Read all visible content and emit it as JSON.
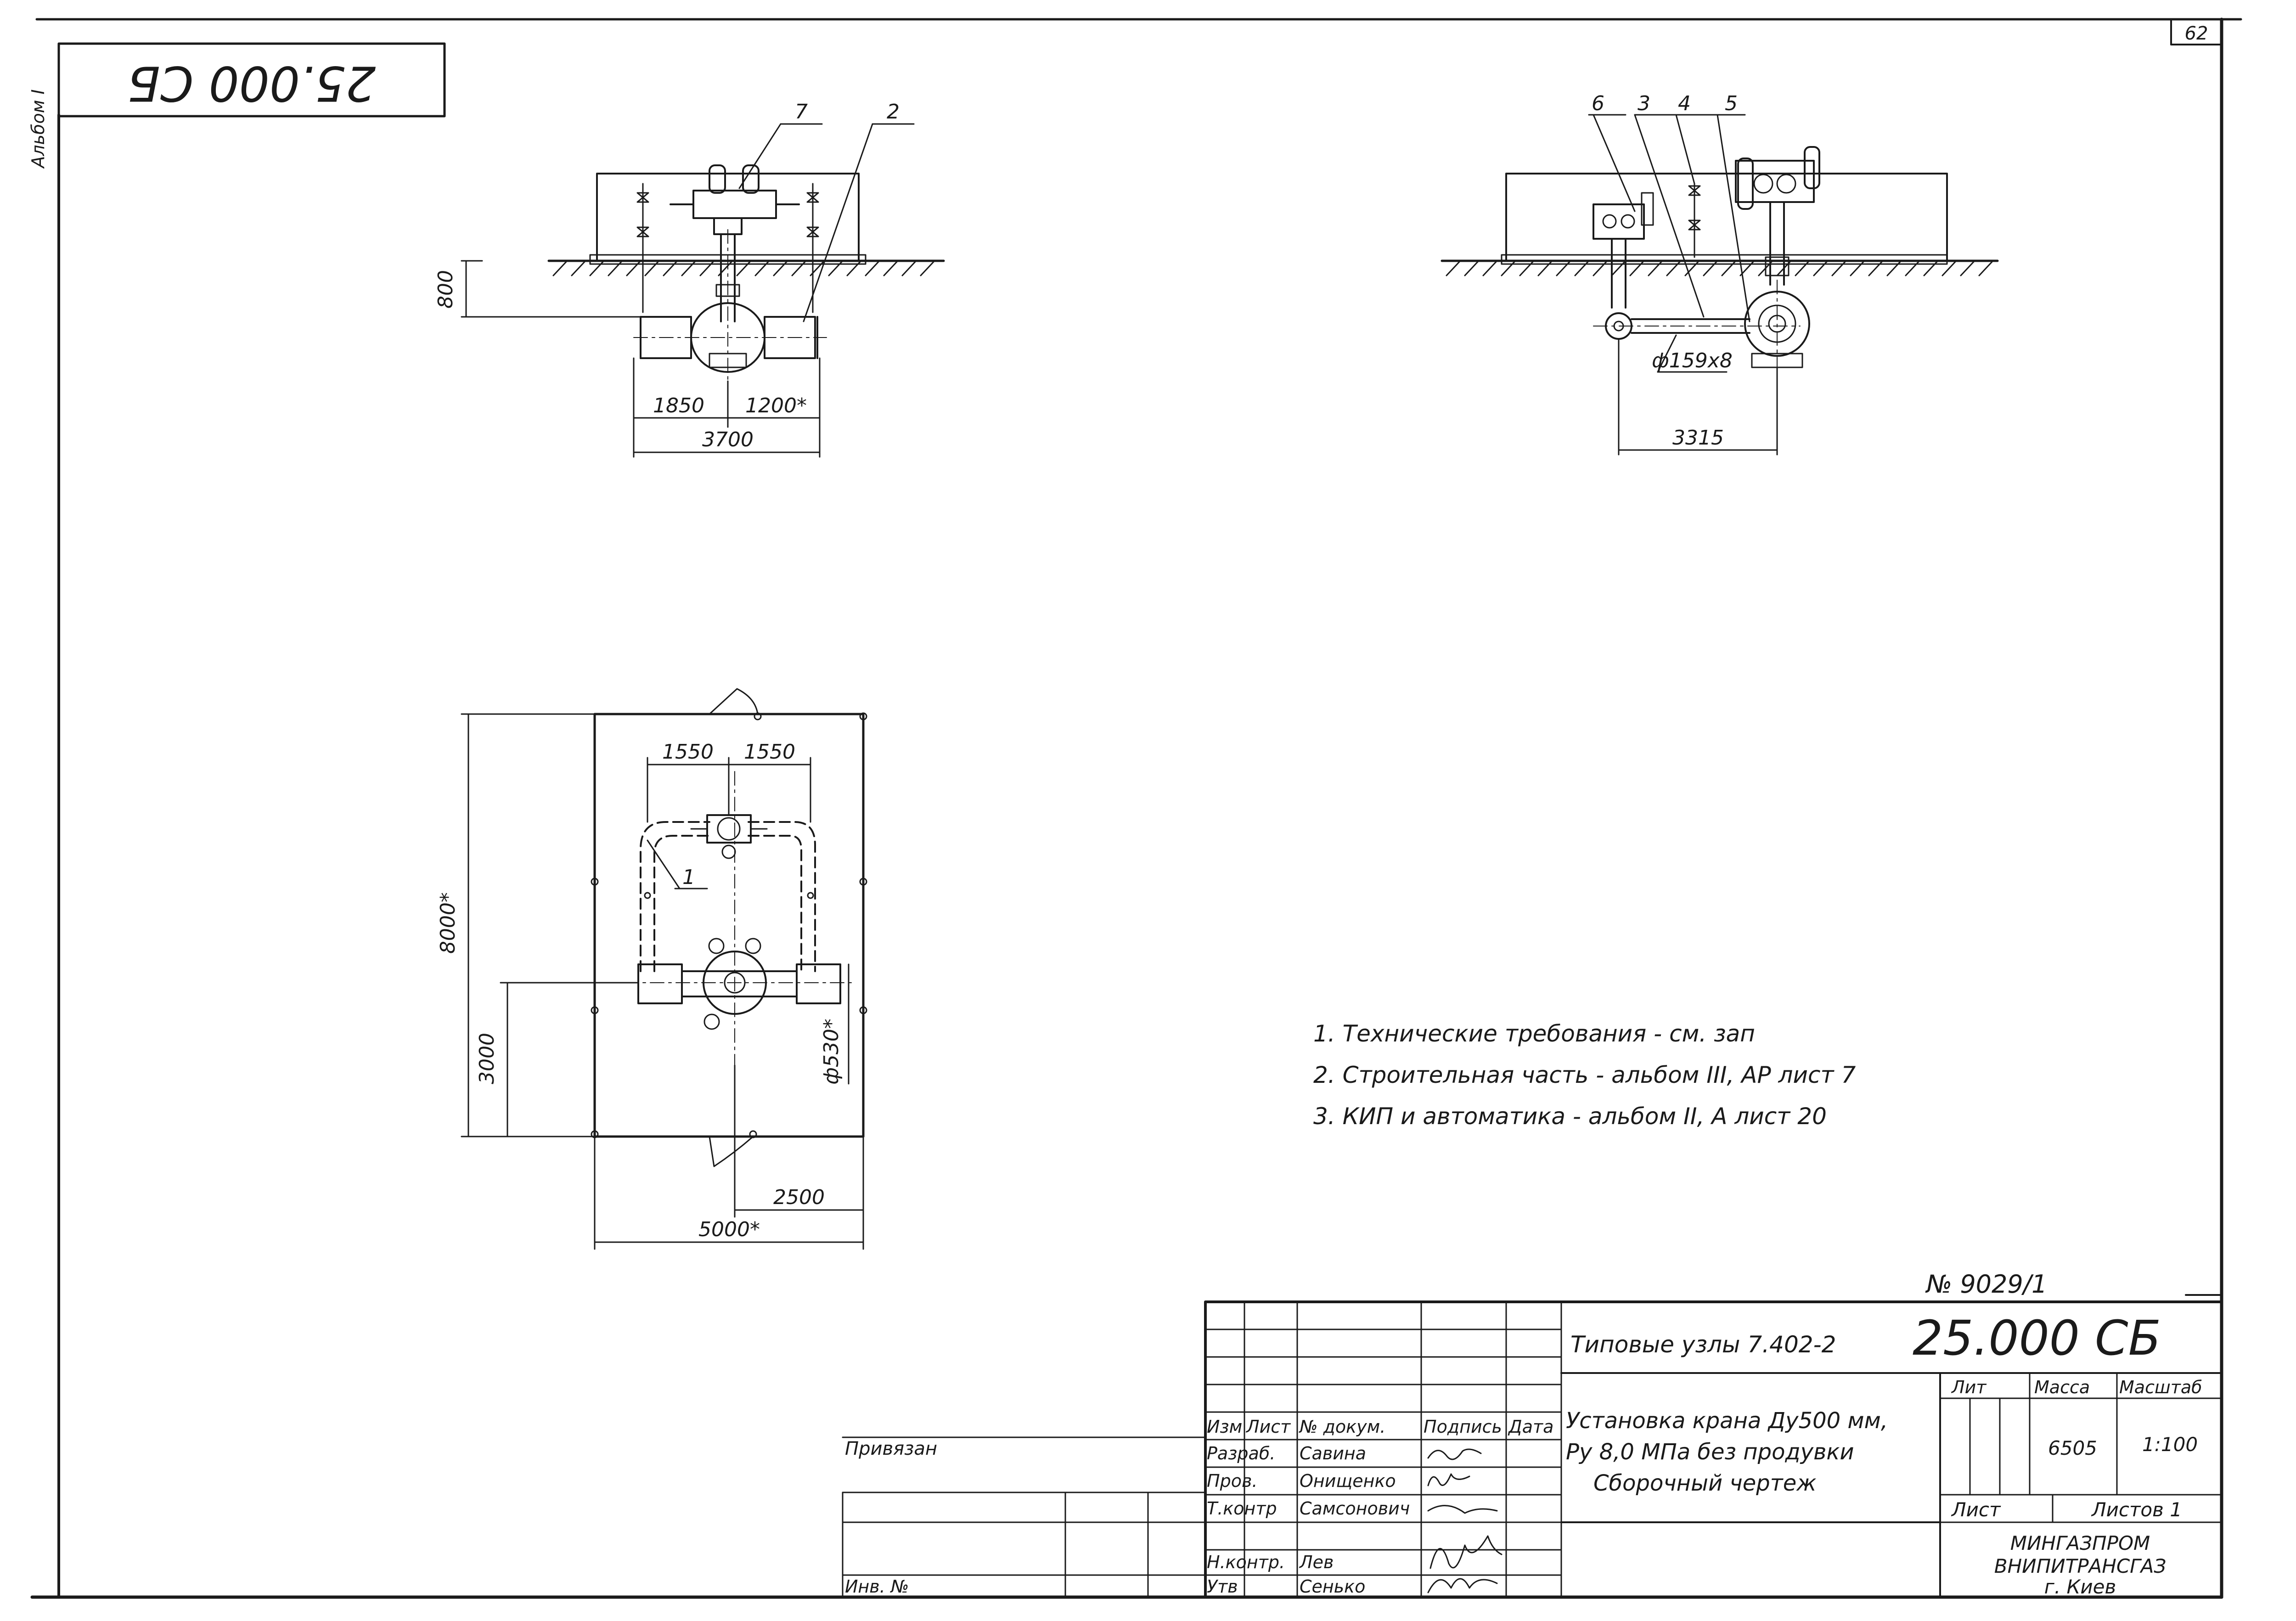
{
  "sheet": {
    "page_number": "62",
    "stamp_code": "25.000 СБ",
    "album": "Альбом I"
  },
  "view_left": {
    "callouts": [
      "7",
      "2"
    ],
    "dims": {
      "depth": "800",
      "a": "1850",
      "b": "1200*",
      "total": "3700"
    }
  },
  "view_right": {
    "callouts": [
      "6",
      "3",
      "4",
      "5"
    ],
    "dims": {
      "pipe": "ф159х8",
      "span": "3315"
    }
  },
  "plan_view": {
    "callouts": [
      "1"
    ],
    "dims": {
      "top_left": "1550",
      "top_right": "1550",
      "height": "8000*",
      "lower": "3000",
      "diameter": "ф530*",
      "half_width": "2500",
      "width": "5000*"
    }
  },
  "notes": [
    "1. Технические требования - см. зап",
    "2. Строительная часть - альбом III, АР лист 7",
    "3. КИП и автоматика - альбом II, А лист 20"
  ],
  "title_block": {
    "doc_number": "№ 9029/1",
    "series": "Типовые узлы 7.402-2",
    "code": "25.000 СБ",
    "description": [
      "Установка крана Ду500 мм,",
      "Ру 8,0 МПа без продувки",
      "Сборочный чертеж"
    ],
    "headers": [
      "Изм",
      "Лист",
      "№ докум.",
      "Подпись",
      "Дата"
    ],
    "roles": [
      "Разраб.",
      "Пров.",
      "Т.контр",
      "Н.контр.",
      "Утв"
    ],
    "names": [
      "Савина",
      "Онищенко",
      "Самсонович",
      "Лев",
      "Сенько"
    ],
    "privyazan": "Привязан",
    "inv_no": "Инв. №",
    "lit_label": "Лит",
    "mass_label": "Масса",
    "scale_label": "Масштаб",
    "mass": "6505",
    "scale": "1:100",
    "sheet_label": "Лист",
    "sheets_label": "Листов 1",
    "org": [
      "МИНГАЗПРОМ",
      "ВНИПИТРАНСГАЗ",
      "г. Киев"
    ]
  }
}
